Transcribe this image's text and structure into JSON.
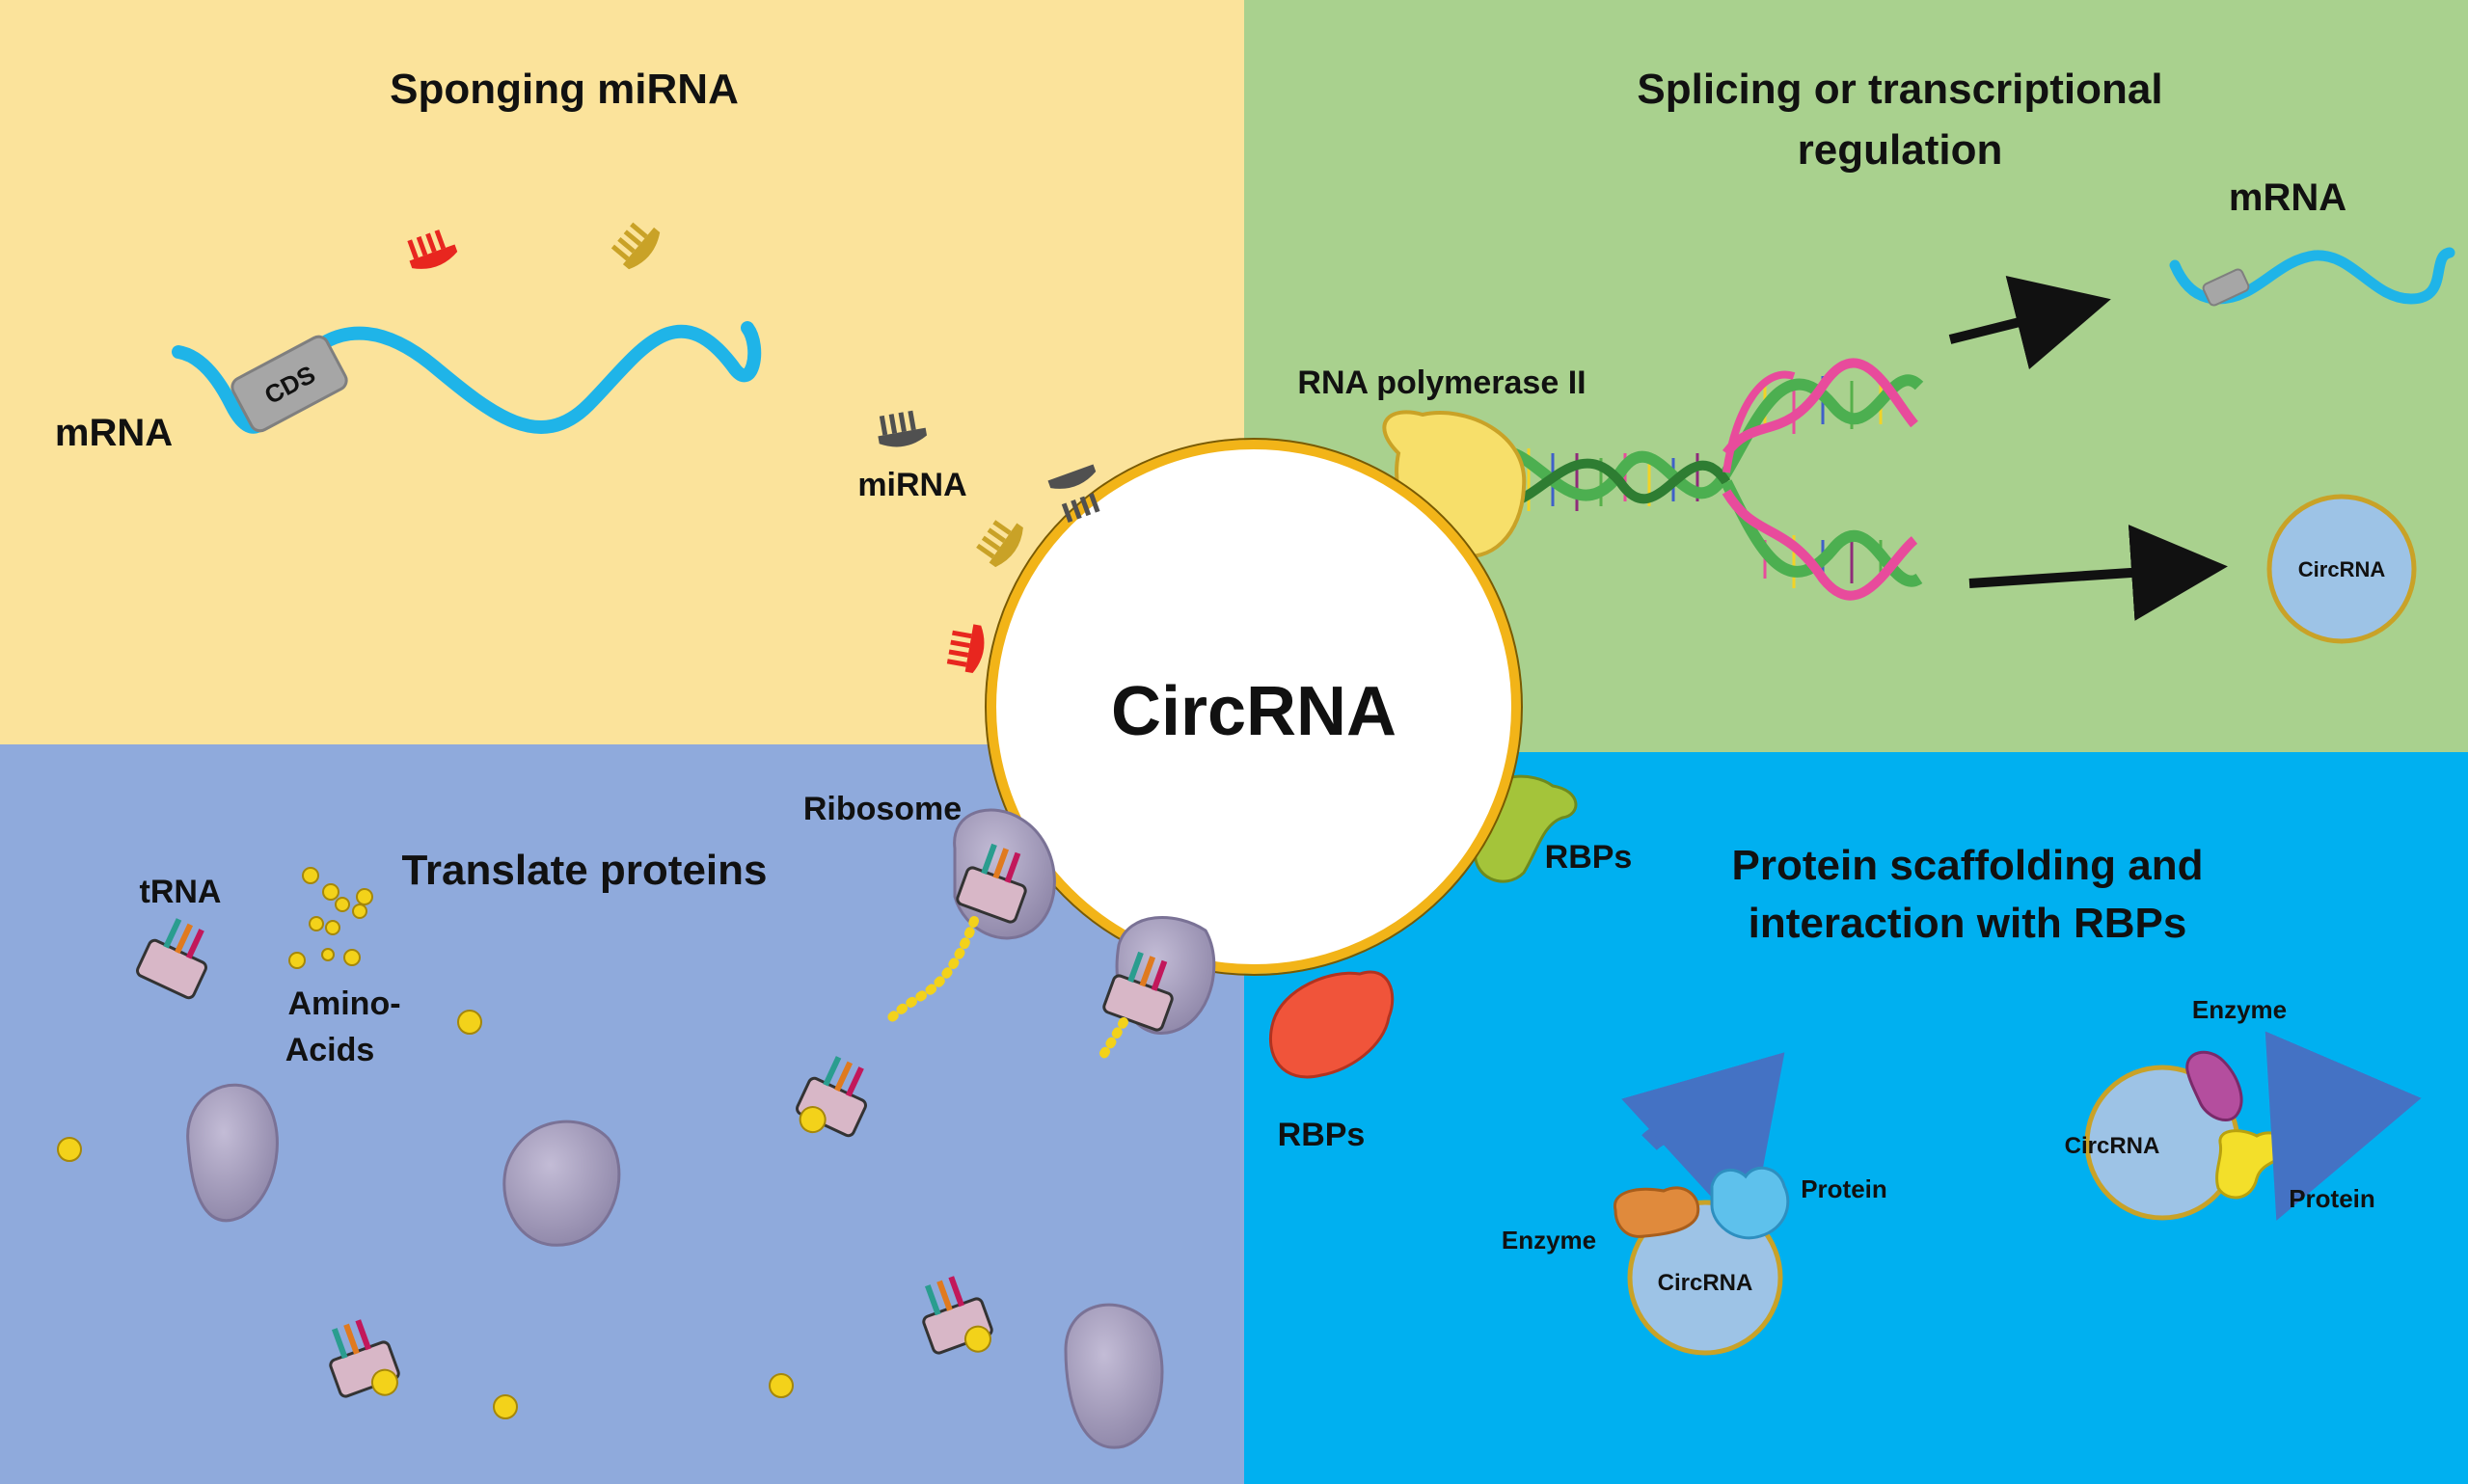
{
  "panels": {
    "sponging": {
      "title": "Sponging miRNA",
      "mrna_label": "mRNA",
      "cds_label": "CDS",
      "mirna_label": "miRNA",
      "color": "#fbe39b"
    },
    "splicing": {
      "title_line1": "Splicing or transcriptional",
      "title_line2": "regulation",
      "polymerase_label": "RNA polymerase II",
      "mrna_label": "mRNA",
      "circrna_label": "CircRNA",
      "color": "#a9d18e"
    },
    "translate": {
      "title": "Translate proteins",
      "trna_label": "tRNA",
      "amino_line1": "Amino-",
      "amino_line2": "Acids",
      "ribosome_label": "Ribosome",
      "color": "#8faadc"
    },
    "scaffold": {
      "title_line1": "Protein scaffolding and",
      "title_line2": "interaction with RBPs",
      "rbps_label_top": "RBPs",
      "rbps_label_bottom": "RBPs",
      "enzyme_left": "Enzyme",
      "protein_left": "Protein",
      "circrna_left": "CircRNA",
      "enzyme_right": "Enzyme",
      "protein_right": "Protein",
      "circrna_right": "CircRNA",
      "color": "#00b0f0"
    }
  },
  "center": {
    "label": "CircRNA",
    "ring_color": "#f2b418"
  },
  "colors": {
    "mrna_strand": "#1fb4e8",
    "mirna_red": "#e8261f",
    "mirna_gold": "#c9a227",
    "mirna_gray": "#505050",
    "ribosome": "#a59dbd",
    "amino_acid": "#f3d21a",
    "rbp_green": "#a4c43a",
    "rbp_red": "#f0543a",
    "polymerase": "#f7df6a",
    "small_circrna": "#9dc3e6"
  }
}
